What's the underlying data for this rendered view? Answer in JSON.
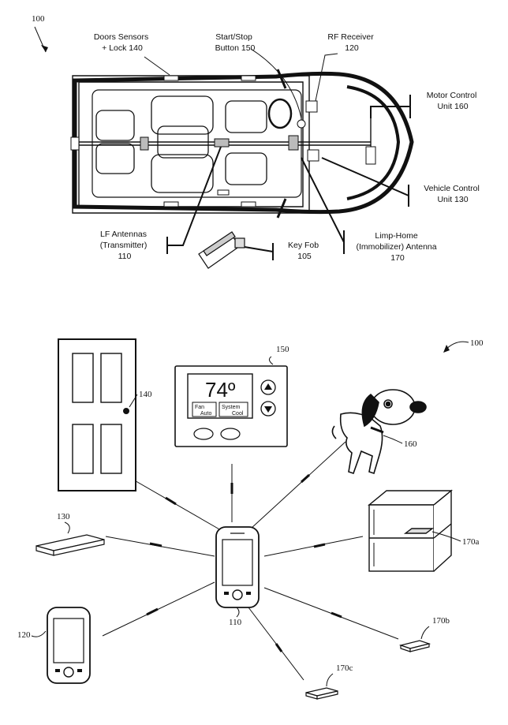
{
  "fig1": {
    "ref": "100",
    "doors": [
      "Doors Sensors",
      "+ Lock 140"
    ],
    "startstop": [
      "Start/Stop",
      "Button 150"
    ],
    "rf": [
      "RF Receiver",
      "120"
    ],
    "motor": [
      "Motor Control",
      "Unit 160"
    ],
    "vehicle": [
      "Vehicle Control",
      "Unit 130"
    ],
    "lf": [
      "LF Antennas",
      "(Transmitter)",
      "110"
    ],
    "keyfob": [
      "Key Fob",
      "105"
    ],
    "limp": [
      "Limp-Home",
      "(Immobilizer) Antenna",
      "170"
    ]
  },
  "fig2": {
    "ref": "100",
    "thermostat_ref": "150",
    "door_ref": "140",
    "dog_ref": "160",
    "box_ref": "130",
    "shelf_ref": "170a",
    "phone2_ref": "120",
    "phone_ref": "110",
    "tag_b_ref": "170b",
    "tag_c_ref": "170c",
    "temp": "74º",
    "fan": [
      "Fan",
      "Auto"
    ],
    "system": [
      "System",
      "Cool"
    ]
  }
}
